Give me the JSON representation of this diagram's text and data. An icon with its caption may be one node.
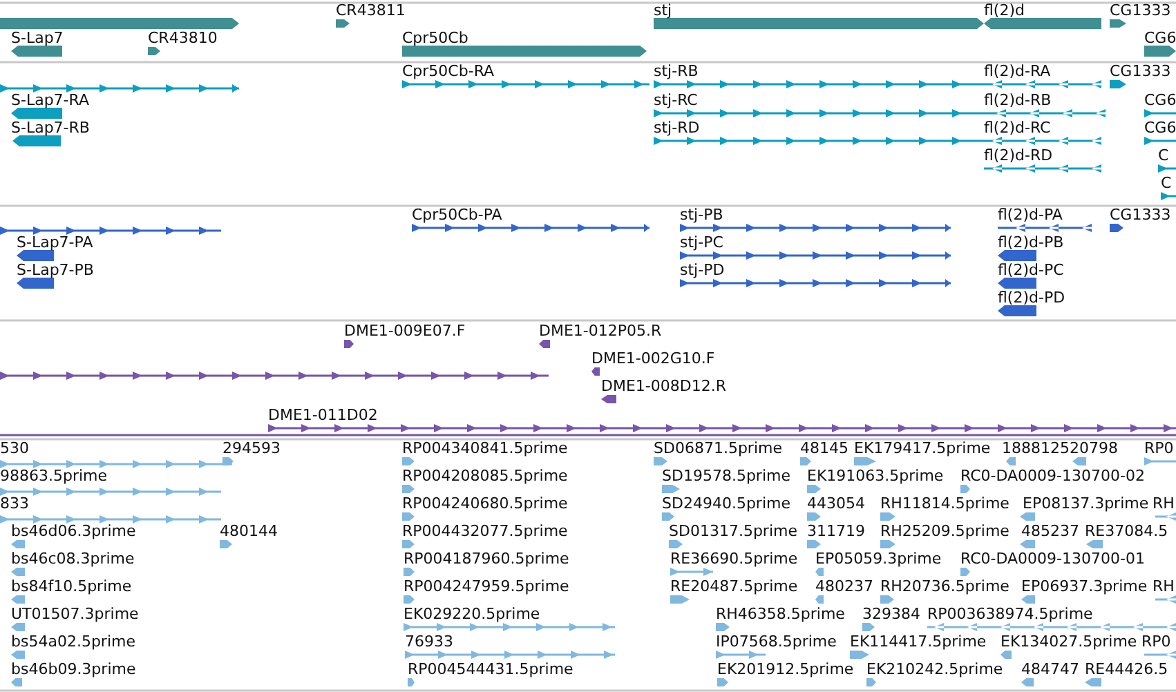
{
  "diagram": {
    "labels": [
      "CR43811",
      "stj",
      "fl(2)d",
      "CG1333",
      "S-Lap7",
      "CR43810",
      "Cpr50Cb",
      "CG6",
      "Cpr50Cb-RA",
      "stj-RB",
      "fl(2)d-RA",
      "CG1333",
      "S-Lap7-RA",
      "stj-RC",
      "fl(2)d-RB",
      "CG6",
      "S-Lap7-RB",
      "stj-RD",
      "fl(2)d-RC",
      "CG6",
      "fl(2)d-RD",
      "C",
      "C",
      "Cpr50Cb-PA",
      "stj-PB",
      "fl(2)d-PA",
      "CG1333",
      "S-Lap7-PA",
      "stj-PC",
      "fl(2)d-PB",
      "S-Lap7-PB",
      "stj-PD",
      "fl(2)d-PC",
      "fl(2)d-PD",
      "DME1-009E07.F",
      "DME1-012P05.R",
      "DME1-002G10.F",
      "DME1-008D12.R",
      "DME1-011D02",
      "530",
      "294593",
      "RP004340841.5prime",
      "SD06871.5prime",
      "48145",
      "EK179417.5prime",
      "1888125",
      "20798",
      "RP0",
      "98863.5prime",
      "RP004208085.5prime",
      "SD19578.5prime",
      "EK191063.5prime",
      "RC0-DA0009-130700-02",
      "833",
      "RP004240680.5prime",
      "SD24940.5prime",
      "443054",
      "RH11814.5prime",
      "EP08137.3prime",
      "RH",
      "bs46d06.3prime",
      "480144",
      "RP004432077.5prime",
      "SD01317.5prime",
      "311719",
      "RH25209.5prime",
      "485237",
      "RE37084.5",
      "bs46c08.3prime",
      "RP004187960.5prime",
      "RE36690.5prime",
      "EP05059.3prime",
      "RC0-DA0009-130700-01",
      "bs84f10.5prime",
      "RP004247959.5prime",
      "RE20487.5prime",
      "480237",
      "RH20736.5prime",
      "EP06937.3prime",
      "RH",
      "UT01507.3prime",
      "EK029220.5prime",
      "RH46358.5prime",
      "329384",
      "RP003638974.5prime",
      "bs54a02.5prime",
      "76933",
      "IP07568.5prime",
      "EK114417.5prime",
      "EK134027.5prime",
      "RP0",
      "bs46b09.3prime",
      "RP004544431.5prime",
      "EK201912.5prime",
      "EK210242.5prime",
      "484747",
      "RE44426.5"
    ]
  }
}
